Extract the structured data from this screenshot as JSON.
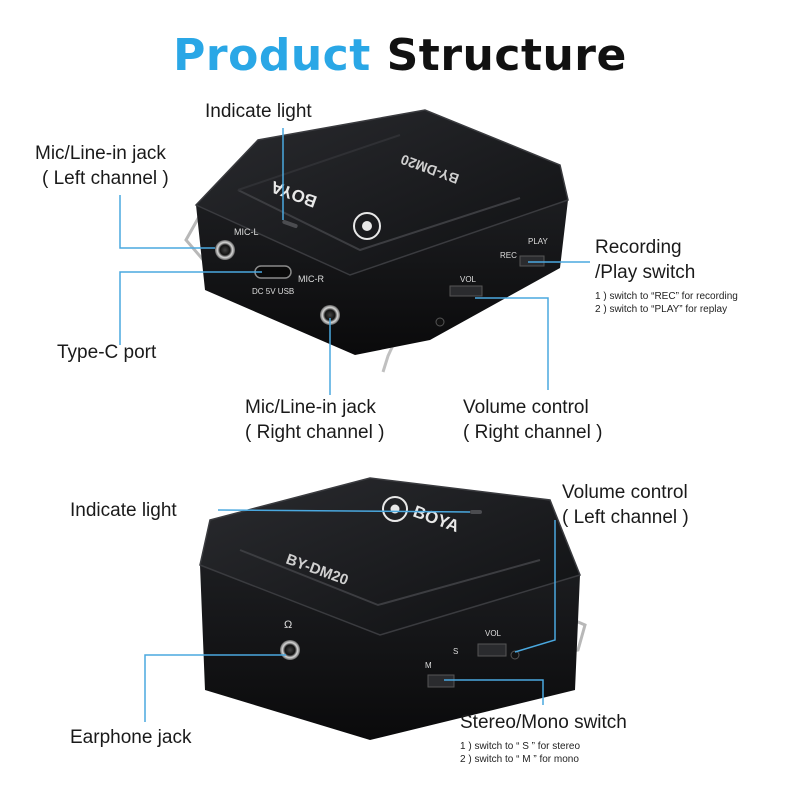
{
  "title": {
    "accent": "Product",
    "main": "Structure"
  },
  "colors": {
    "accent": "#2aa7e6",
    "leader": "#4aa8df",
    "device": "#1b1c1f"
  },
  "device_top": {
    "brand": "BOYA",
    "model": "BY-DM20",
    "port_labels": {
      "mic_l": "MIC-L",
      "mic_r": "MIC-R",
      "dc": "DC 5V USB",
      "vol": "VOL",
      "rec": "REC",
      "play": "PLAY"
    }
  },
  "device_bottom": {
    "brand": "BOYA",
    "model": "BY-DM20",
    "port_labels": {
      "vol": "VOL",
      "m": "M",
      "s": "S"
    }
  },
  "labels": {
    "indicate_light_top": "Indicate light",
    "mic_left_1": "Mic/Line-in jack",
    "mic_left_2": "( Left channel )",
    "rec_play_1": "Recording",
    "rec_play_2": "/Play switch",
    "rec_play_sub1": "1 ) switch to “REC” for recording",
    "rec_play_sub2": "2 ) switch to “PLAY” for replay",
    "typec": "Type-C port",
    "mic_right_1": "Mic/Line-in jack",
    "mic_right_2": "( Right channel )",
    "vol_right_1": "Volume control",
    "vol_right_2": "( Right channel )",
    "indicate_light_bottom": "Indicate light",
    "vol_left_1": "Volume control",
    "vol_left_2": "( Left channel )",
    "earphone": "Earphone jack",
    "stereo_mono": "Stereo/Mono switch",
    "stereo_sub1": "1 ) switch to “ S ” for stereo",
    "stereo_sub2": "2 ) switch to “ M ” for mono"
  }
}
